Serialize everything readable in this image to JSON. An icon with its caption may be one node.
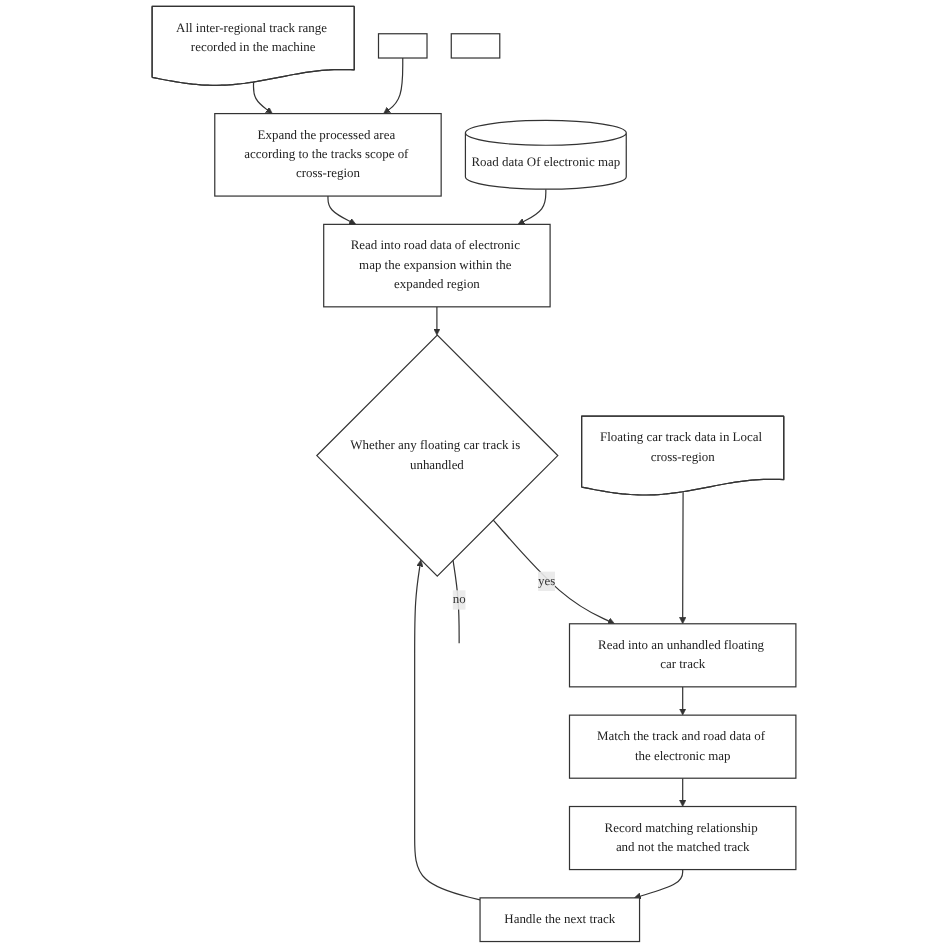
{
  "diagram": {
    "nodes": [
      {
        "text": [],
        "shape": "box"
      },
      {
        "text": [
          "All inter-regional track range recorded in the machine"
        ]
      },
      {
        "text": [
          "Expand the processed area according to the tracks scope of cross-region"
        ]
      },
      {
        "text": [
          "Road data Of electronic map"
        ]
      },
      {
        "text": [
          "Read into road data of electronic map the expansion within the expanded region"
        ]
      },
      {
        "text": [
          "Whether any floating car track is unhandled"
        ]
      },
      {
        "text": [
          "Floating car track data in Local cross-region"
        ]
      },
      {
        "text": [
          "Read into an unhandled floating car track"
        ]
      },
      {
        "text": [
          "Match the track and road data of the electronic map"
        ]
      },
      {
        "text": [
          "Record matching relationship and not the matched track"
        ]
      },
      {
        "text": [
          "Handle the next track"
        ]
      },
      {
        "text": [],
        "shape": "box"
      }
    ],
    "edges": [
      {
        "from": 0,
        "to": 2,
        "arrow": "to"
      },
      {
        "from": 1,
        "to": 2,
        "arrow": "to"
      },
      {
        "from": 2,
        "to": 4,
        "arrow": "to"
      },
      {
        "from": 3,
        "to": 4,
        "arrow": "to"
      },
      {
        "from": 4,
        "to": 5,
        "arrow": "to"
      },
      {
        "from": 5,
        "to": 7,
        "arrow": "to",
        "label": "yes"
      },
      {
        "from": 6,
        "to": 7,
        "arrow": "to"
      },
      {
        "from": 7,
        "to": 8,
        "arrow": "to"
      },
      {
        "from": 8,
        "to": 9,
        "arrow": "to"
      },
      {
        "from": 9,
        "to": 10,
        "arrow": "to"
      },
      {
        "from": 10,
        "to": 5,
        "arrow": "to"
      },
      {
        "from": 5,
        "to": null,
        "arrow": "none",
        "label": "no"
      }
    ]
  }
}
